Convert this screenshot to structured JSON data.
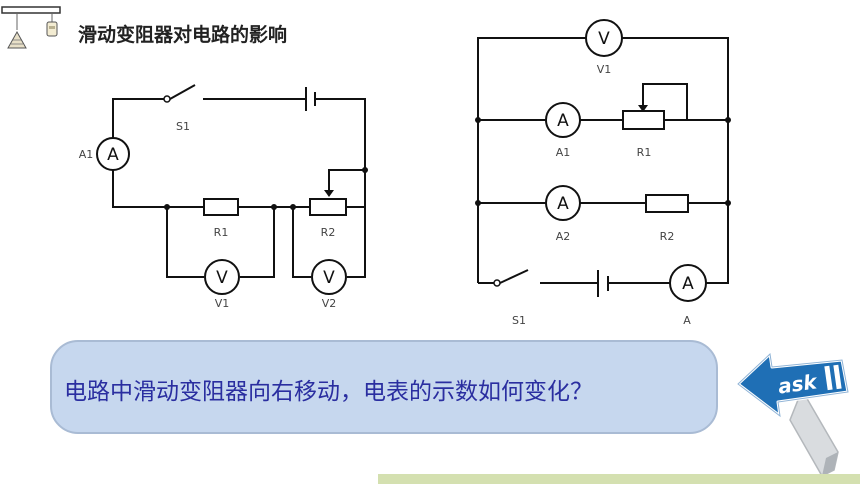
{
  "slide": {
    "title": "滑动变阻器对电路的影响",
    "question": "电路中滑动变阻器向右移动，电表的示数如何变化？",
    "ask_badge": "ask"
  },
  "left_circuit": {
    "switch": "S1",
    "ammeter": "A1",
    "resistor_fixed": "R1",
    "resistor_variable": "R2",
    "voltmeter_1": "V1",
    "voltmeter_2": "V2"
  },
  "right_circuit": {
    "voltmeter": "V1",
    "ammeter_1": "A1",
    "resistor_variable": "R1",
    "ammeter_2": "A2",
    "resistor_fixed": "R2",
    "switch": "S1",
    "ammeter_main": "A"
  },
  "meter_letters": {
    "ammeter": "A",
    "voltmeter": "V"
  },
  "colors": {
    "wire": "#111111",
    "question_bg": "#c6d7ee",
    "question_text": "#2a2ea0",
    "ask_arrow": "#1f6fb5",
    "bottom_bar": "#d4e0b0"
  }
}
